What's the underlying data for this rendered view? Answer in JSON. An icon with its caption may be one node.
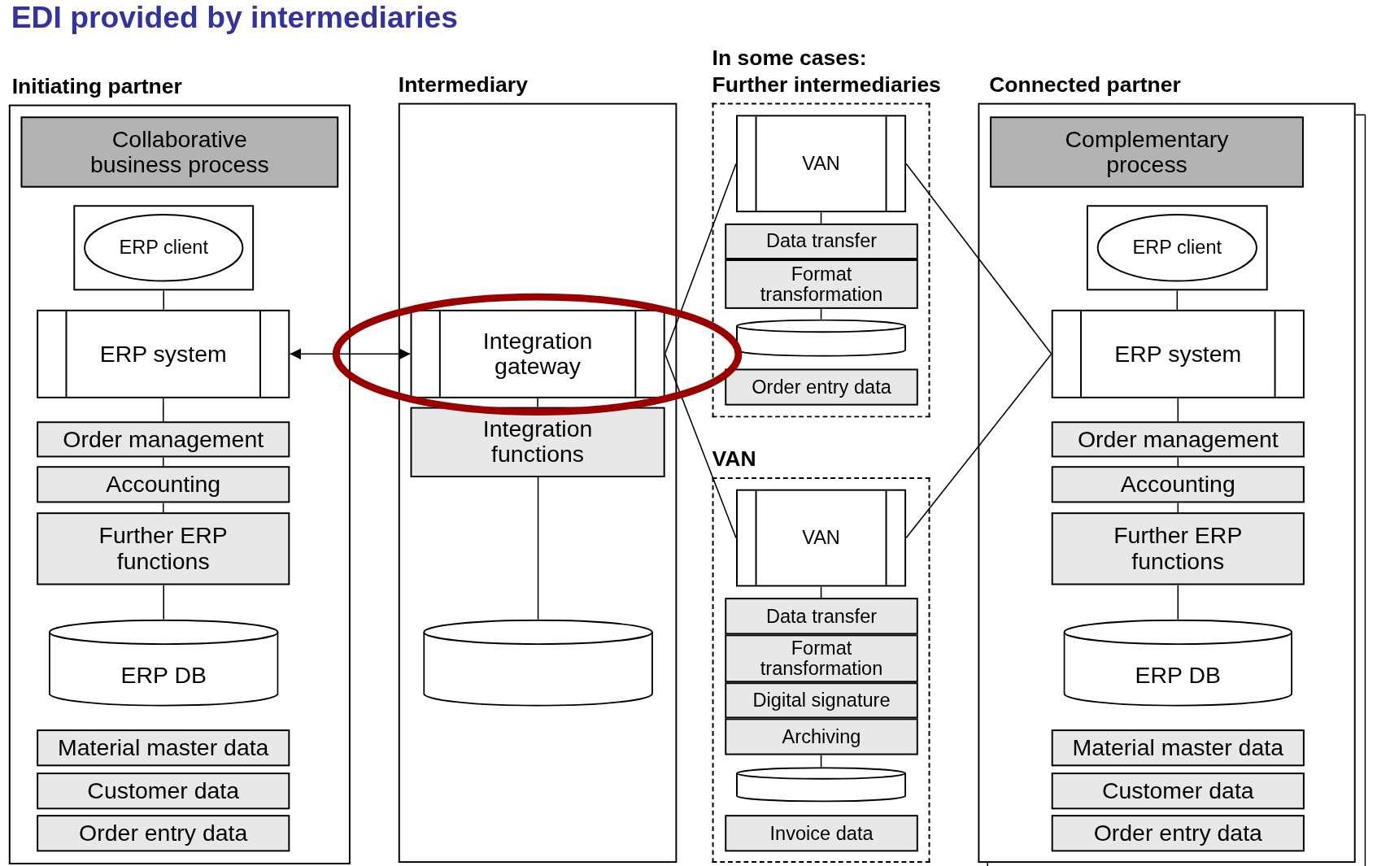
{
  "diagram": {
    "title": "EDI provided by intermediaries",
    "nodes": [
      {
        "text": [
          "Initiating partner"
        ]
      },
      {
        "text": [
          "Collaborative business process"
        ],
        "in": 0
      },
      {
        "text": [
          "ERP client"
        ],
        "in": 0
      },
      {
        "text": [
          "ERP system"
        ],
        "in": 0
      },
      {
        "text": [
          "Order management"
        ],
        "in": 0
      },
      {
        "text": [
          "Accounting"
        ],
        "in": 0
      },
      {
        "text": [
          "Further ERP functions"
        ],
        "in": 0
      },
      {
        "text": [
          "ERP DB"
        ],
        "in": 0
      },
      {
        "text": [
          "Material master data"
        ],
        "in": 0
      },
      {
        "text": [
          "Customer data"
        ],
        "in": 0
      },
      {
        "text": [
          "Order entry data"
        ],
        "in": 0
      },
      {
        "text": [
          "Intermediary"
        ]
      },
      {
        "text": [
          "Integration gateway"
        ],
        "in": 11
      },
      {
        "text": [
          "Integration functions"
        ],
        "in": 11
      },
      {
        "text": [],
        "shape": "cylinder",
        "in": 11
      },
      {
        "text": [
          "In some cases:",
          "Further intermediaries"
        ]
      },
      {
        "text": [
          "VAN"
        ],
        "in": 15
      },
      {
        "text": [
          "Data transfer"
        ],
        "in": 15
      },
      {
        "text": [
          "Format transformation"
        ],
        "in": 15
      },
      {
        "text": [],
        "shape": "cylinder",
        "in": 15
      },
      {
        "text": [
          "Order entry data"
        ],
        "in": 15
      },
      {
        "text": [
          "VAN"
        ]
      },
      {
        "text": [
          "VAN"
        ],
        "in": 21
      },
      {
        "text": [
          "Data transfer"
        ],
        "in": 21
      },
      {
        "text": [
          "Format transformation"
        ],
        "in": 21
      },
      {
        "text": [
          "Digital signature"
        ],
        "in": 21
      },
      {
        "text": [
          "Archiving"
        ],
        "in": 21
      },
      {
        "text": [],
        "shape": "cylinder",
        "in": 21
      },
      {
        "text": [
          "Invoice data"
        ],
        "in": 21
      },
      {
        "text": [
          "Connected partner"
        ]
      },
      {
        "text": [
          "Complementary process"
        ],
        "in": 29
      },
      {
        "text": [
          "ERP client"
        ],
        "in": 29
      },
      {
        "text": [
          "ERP system"
        ],
        "in": 29
      },
      {
        "text": [
          "Order management"
        ],
        "in": 29
      },
      {
        "text": [
          "Accounting"
        ],
        "in": 29
      },
      {
        "text": [
          "Further ERP functions"
        ],
        "in": 29
      },
      {
        "text": [
          "ERP DB"
        ],
        "in": 29
      },
      {
        "text": [
          "Material master data"
        ],
        "in": 29
      },
      {
        "text": [
          "Customer data"
        ],
        "in": 29
      },
      {
        "text": [
          "Order entry data"
        ],
        "in": 29
      }
    ],
    "edges": [
      {
        "from": 2,
        "to": 3,
        "arrow": "none"
      },
      {
        "from": 3,
        "to": 4,
        "arrow": "none"
      },
      {
        "from": 4,
        "to": 5,
        "arrow": "none"
      },
      {
        "from": 5,
        "to": 6,
        "arrow": "none"
      },
      {
        "from": 6,
        "to": 7,
        "arrow": "none"
      },
      {
        "from": 3,
        "to": 12,
        "arrow": "both"
      },
      {
        "from": 12,
        "to": 13,
        "arrow": "none"
      },
      {
        "from": 13,
        "to": 14,
        "arrow": "none"
      },
      {
        "from": 12,
        "to": 16,
        "arrow": "none"
      },
      {
        "from": 12,
        "to": 22,
        "arrow": "none"
      },
      {
        "from": 16,
        "to": 17,
        "arrow": "none"
      },
      {
        "from": 18,
        "to": 19,
        "arrow": "none"
      },
      {
        "from": 22,
        "to": 23,
        "arrow": "none"
      },
      {
        "from": 26,
        "to": 27,
        "arrow": "none"
      },
      {
        "from": 16,
        "to": 32,
        "arrow": "none"
      },
      {
        "from": 22,
        "to": 32,
        "arrow": "none"
      },
      {
        "from": 31,
        "to": 32,
        "arrow": "none"
      },
      {
        "from": 32,
        "to": 33,
        "arrow": "none"
      },
      {
        "from": 33,
        "to": 34,
        "arrow": "none"
      },
      {
        "from": 34,
        "to": 35,
        "arrow": "none"
      },
      {
        "from": 35,
        "to": 36,
        "arrow": "none"
      }
    ]
  }
}
